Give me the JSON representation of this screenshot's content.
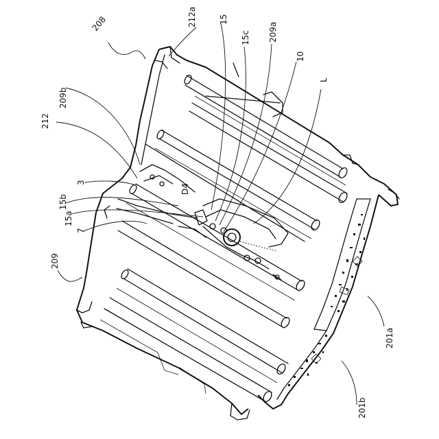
{
  "labels": {
    "l208": "208",
    "l212a": "212a",
    "l15": "15",
    "l15c": "15c",
    "l209a": "209a",
    "l10": "10",
    "lL": "L",
    "l209b": "209b",
    "l212": "212",
    "l3": "3",
    "l15b": "15b",
    "l15a": "15a",
    "l7": "7",
    "lD4": "D4",
    "l209": "209",
    "l201a": "201a",
    "l201b": "201b"
  },
  "colors": {
    "ink": "#111111",
    "paper": "#ffffff"
  }
}
